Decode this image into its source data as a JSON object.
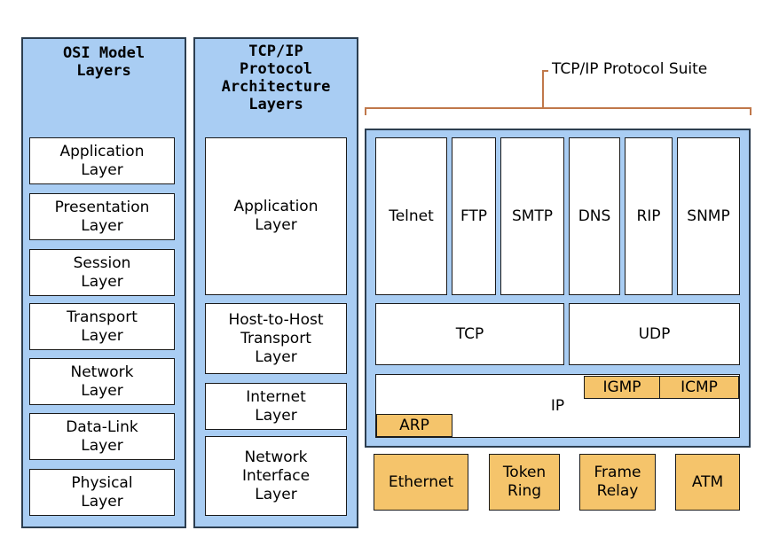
{
  "osi": {
    "heading": "OSI Model\nLayers",
    "layers": [
      "Application\nLayer",
      "Presentation\nLayer",
      "Session\nLayer",
      "Transport\nLayer",
      "Network\nLayer",
      "Data-Link\nLayer",
      "Physical\nLayer"
    ]
  },
  "tcpip": {
    "heading": "TCP/IP\nProtocol\nArchitecture\nLayers",
    "layers": [
      "Application\nLayer",
      "Host-to-Host\nTransport\nLayer",
      "Internet\nLayer",
      "Network\nInterface\nLayer"
    ]
  },
  "suite": {
    "label": "TCP/IP Protocol Suite",
    "application_protocols": [
      "Telnet",
      "FTP",
      "SMTP",
      "DNS",
      "RIP",
      "SNMP"
    ],
    "transport_protocols": [
      "TCP",
      "UDP"
    ],
    "internet": {
      "ip": "IP",
      "igmp": "IGMP",
      "icmp": "ICMP",
      "arp": "ARP"
    },
    "network_interfaces": [
      "Ethernet",
      "Token\nRing",
      "Frame\nRelay",
      "ATM"
    ]
  },
  "colors": {
    "panel": "#a9cdf3",
    "highlight": "#f5c46b",
    "bracket": "#c0784a"
  }
}
